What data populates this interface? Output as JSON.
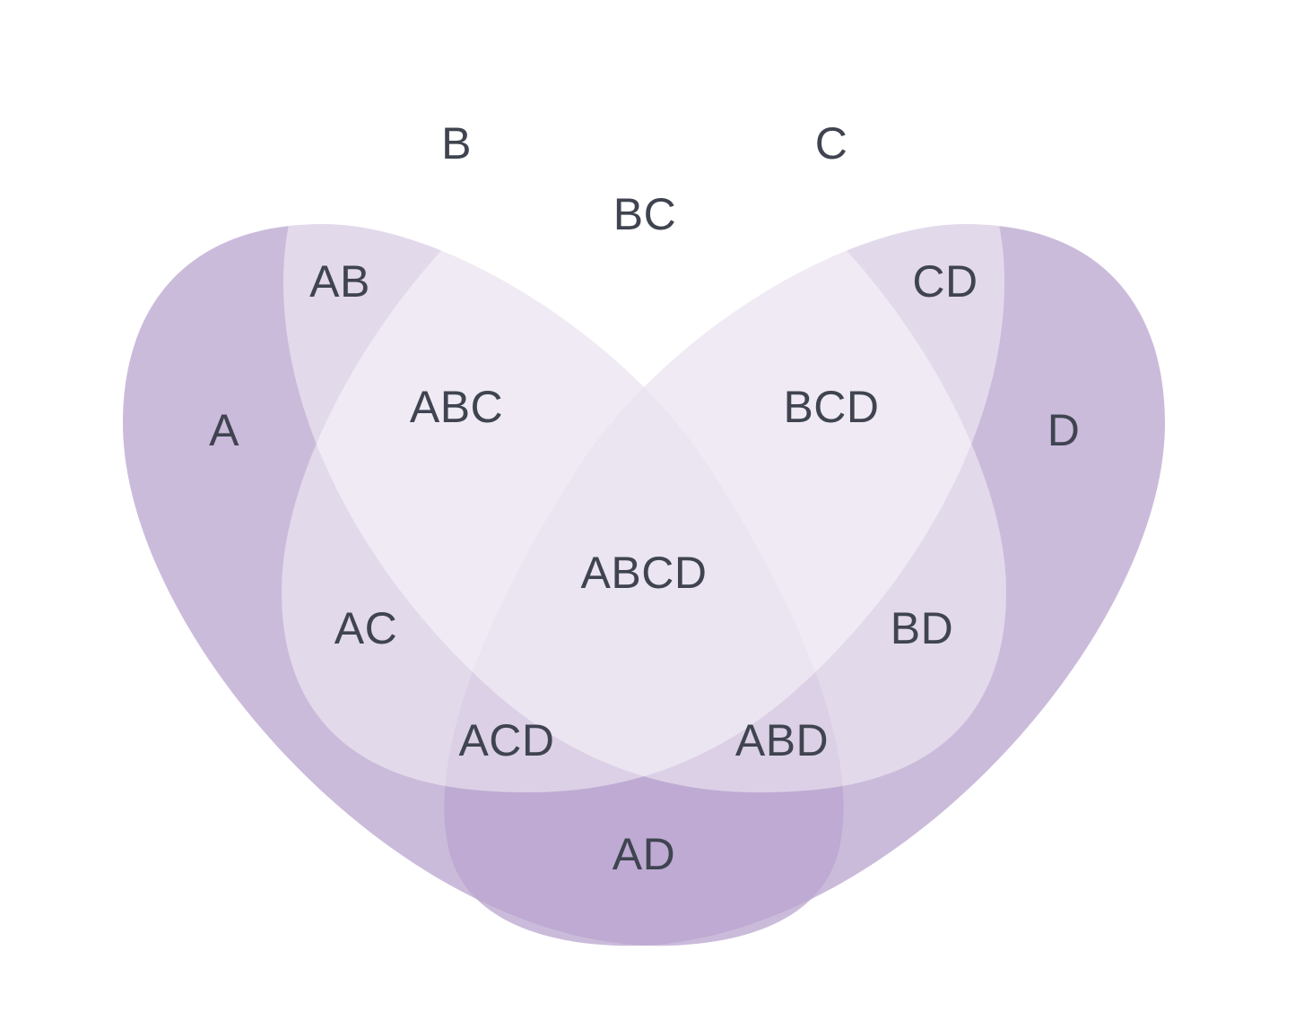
{
  "colors": {
    "background": "#ffffff",
    "set_fill": "#d9c9e6",
    "outer_set_fill": "#cbbcdc",
    "label": "#3f4450"
  },
  "sets": [
    {
      "key": "A",
      "label": "A"
    },
    {
      "key": "B",
      "label": "B"
    },
    {
      "key": "C",
      "label": "C"
    },
    {
      "key": "D",
      "label": "D"
    }
  ],
  "regions": {
    "A": "A",
    "B": "B",
    "C": "C",
    "D": "D",
    "AB": "AB",
    "BC": "BC",
    "CD": "CD",
    "AC": "AC",
    "BD": "BD",
    "AD": "AD",
    "ABC": "ABC",
    "BCD": "BCD",
    "ACD": "ACD",
    "ABD": "ABD",
    "ABCD": "ABCD"
  }
}
